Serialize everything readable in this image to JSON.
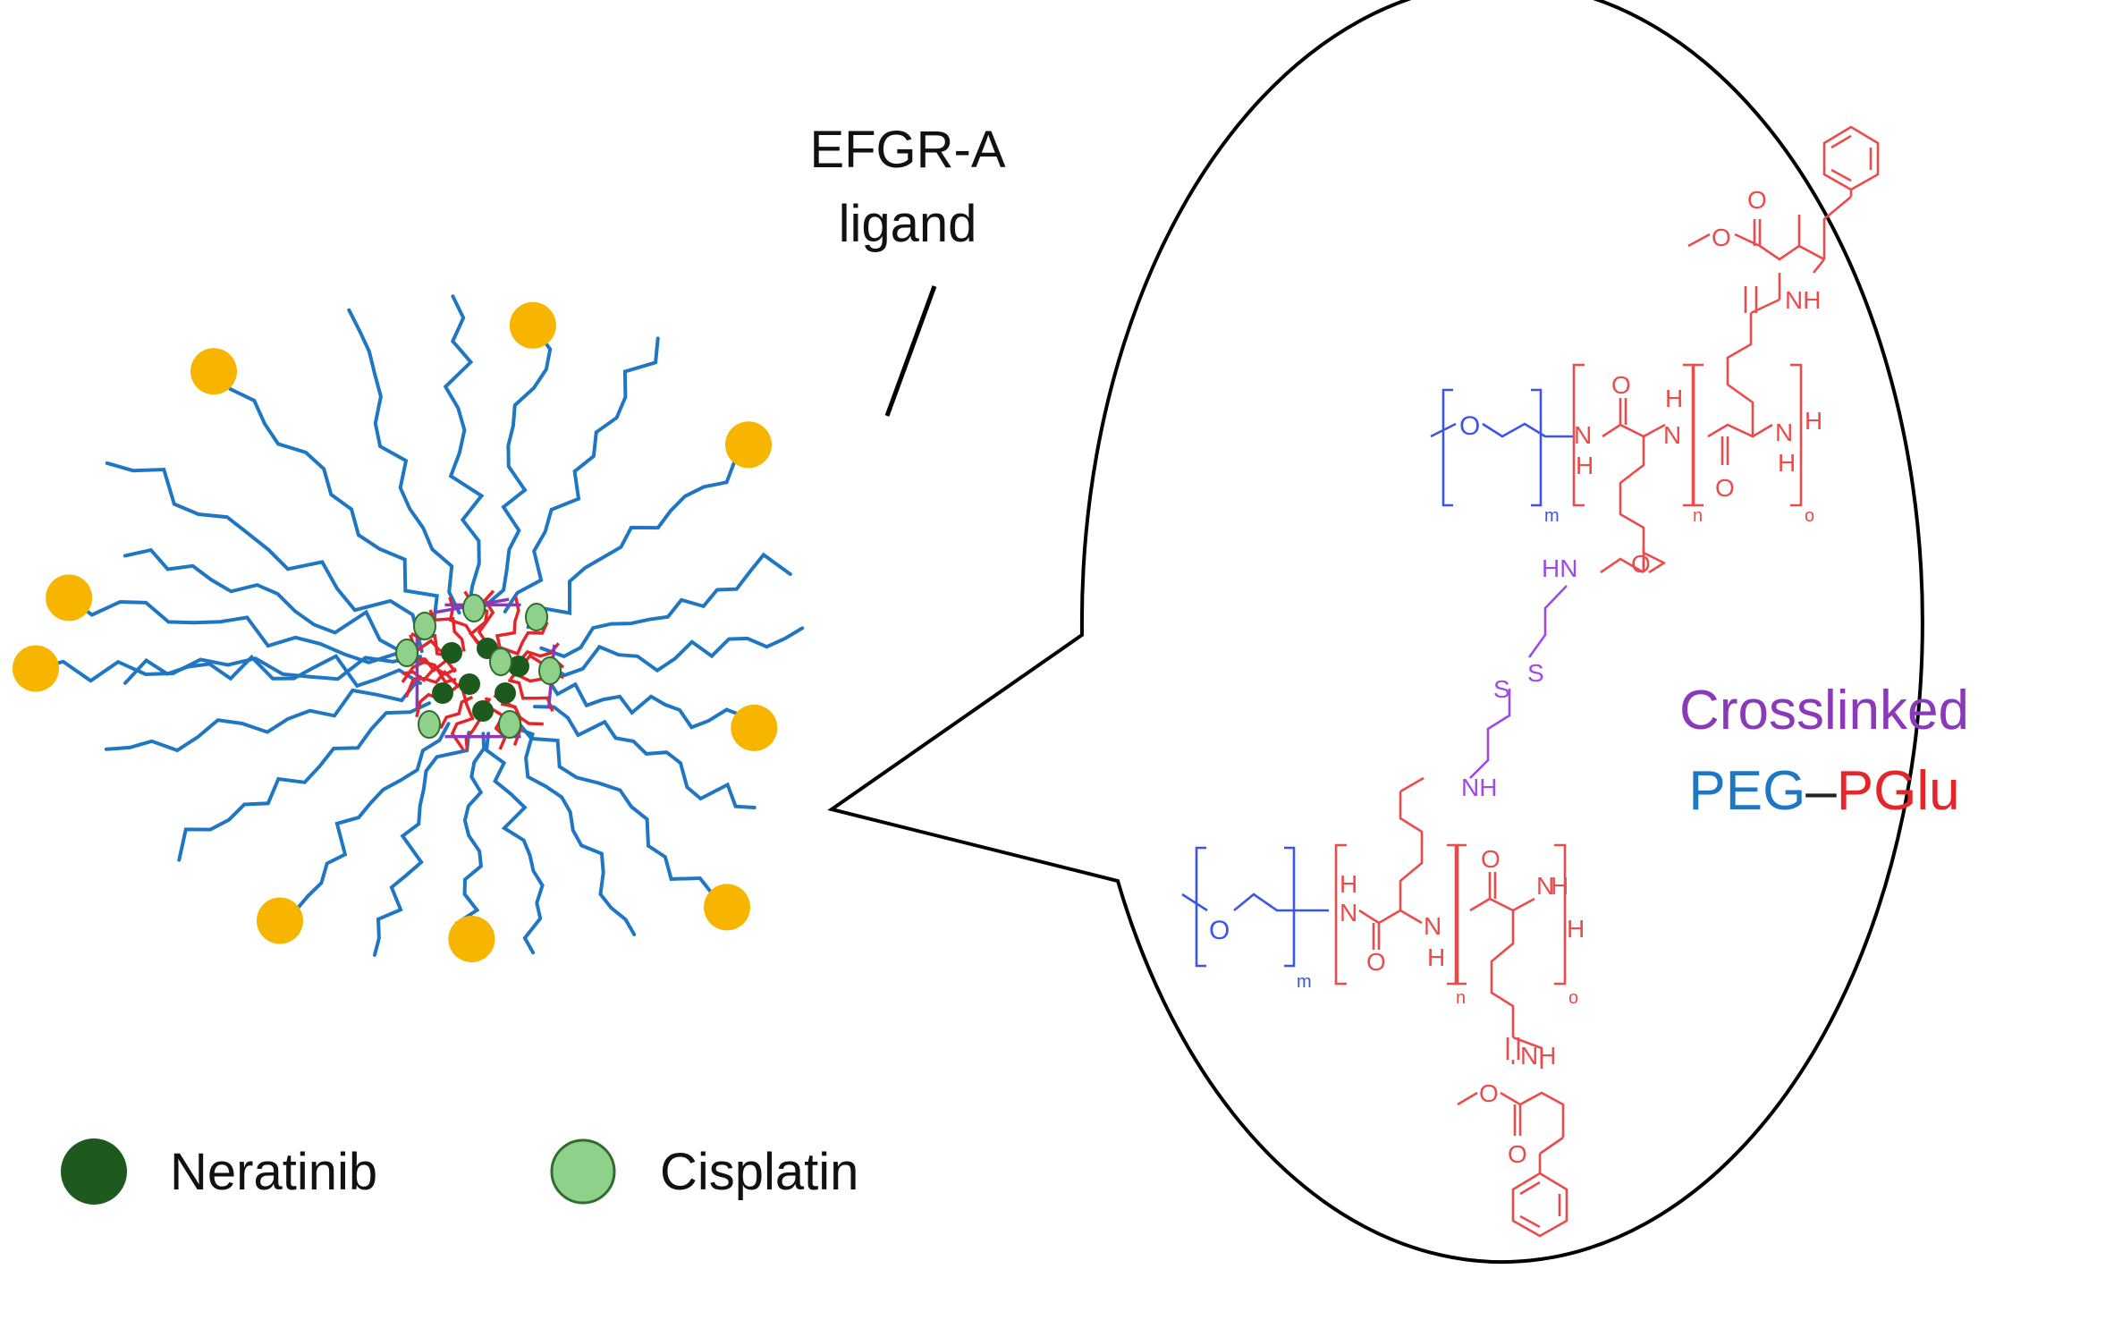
{
  "diagram": {
    "ligand_label_line1": "EFGR-A",
    "ligand_label_line2": "ligand",
    "legend": [
      {
        "label": "Neratinib",
        "color": "#1e5a1e"
      },
      {
        "label": "Cisplatin",
        "color": "#8fd18a"
      }
    ],
    "crosslink_title": {
      "line1": "Crosslinked",
      "peg": "PEG",
      "dash": "–",
      "pglu": "PGlu"
    },
    "chem_labels": {
      "O": "O",
      "N": "N",
      "H": "H",
      "NH": "NH",
      "HN": "HN",
      "S": "S",
      "m": "m",
      "n": "n",
      "o": "o"
    },
    "colors": {
      "peg_blue": "#1f77c4",
      "pglu_red": "#e4252a",
      "crosslink_purple": "#8a3ab9",
      "ligand_gold": "#f7b500",
      "neratinib_dark_green": "#1e5a1e",
      "cisplatin_light_green": "#8fd18a",
      "mol_blue": "#3a55e8",
      "mol_red": "#ec4b4b",
      "mol_purple": "#a04ae6"
    }
  }
}
